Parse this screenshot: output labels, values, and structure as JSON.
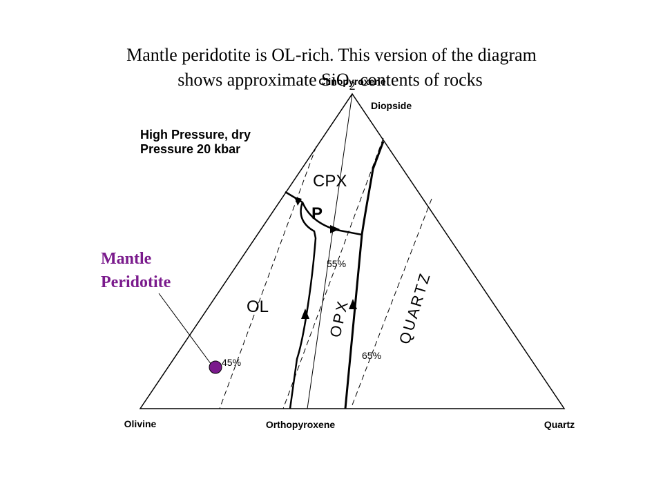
{
  "title": {
    "line1": "Mantle peridotite is OL-rich.  This version of the diagram",
    "line2_a": "shows approximate SiO",
    "line2_sub": "2",
    "line2_b": " contents of rocks"
  },
  "vertices": {
    "top": "Clinopyroxene",
    "top_sub": "Diopside",
    "left": "Olivine",
    "middle": "Orthopyroxene",
    "right": "Quartz"
  },
  "conditions": {
    "line1": "High Pressure, dry",
    "line2": "Pressure 20  kbar"
  },
  "fields": {
    "cpx": "CPX",
    "ol": "OL",
    "opx": "OPX",
    "quartz": "QUARTZ",
    "p": "P"
  },
  "contours": {
    "c45": "45%",
    "c55": "55%",
    "c65": "65%"
  },
  "callout": {
    "line1": "Mantle",
    "line2": "Peridotite",
    "color": "#7a1a8c",
    "dot_color": "#7a1a8c"
  }
}
